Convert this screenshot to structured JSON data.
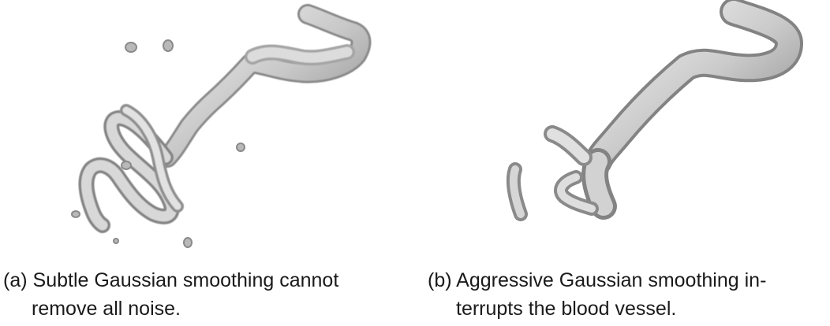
{
  "figure": {
    "subfigures": [
      {
        "tag": "(a)",
        "caption_line1": "Subtle Gaussian smoothing cannot",
        "caption_line2": "remove all noise."
      },
      {
        "tag": "(b)",
        "caption_line1": "Aggressive Gaussian smoothing in-",
        "caption_line2": "terrupts the blood vessel."
      }
    ],
    "colors": {
      "vessel_light": "#e6e6e6",
      "vessel_mid": "#bdbdbd",
      "vessel_dark": "#7c7c7c",
      "background": "#ffffff"
    }
  }
}
